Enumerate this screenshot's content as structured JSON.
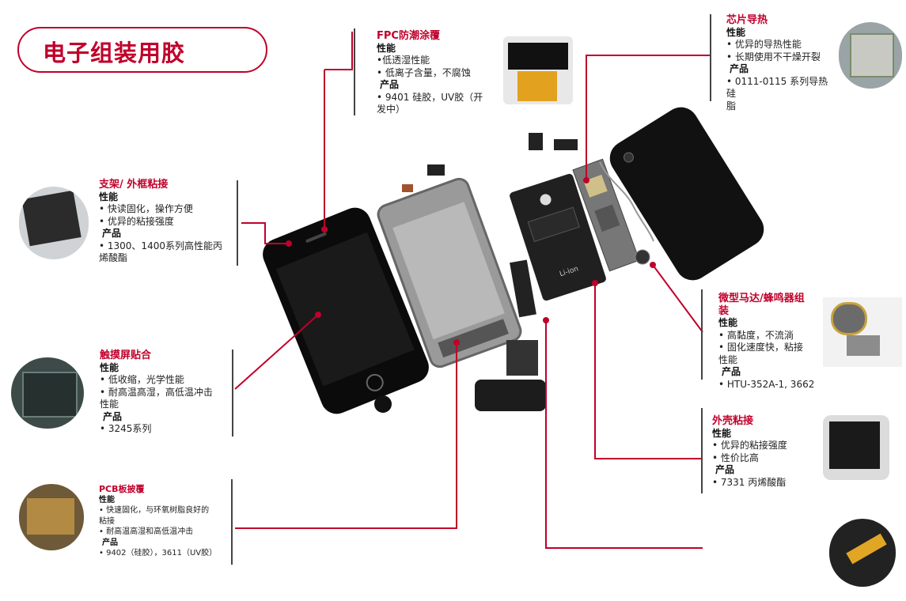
{
  "title": "电子组装用胶",
  "colors": {
    "accent": "#c0002a",
    "line": "#c0002a"
  },
  "callouts": {
    "fpc": {
      "heading": "FPC防潮涂覆",
      "perf_label": "性能",
      "perf": [
        "•低透湿性能",
        "• 低离子含量，不腐蚀"
      ],
      "prod_label": "产品",
      "prod": [
        "• 9401 硅胶，UV胶（开",
        "发中）"
      ]
    },
    "chip": {
      "heading": "芯片导热",
      "perf_label": "性能",
      "perf": [
        "• 优异的导热性能",
        "• 长期使用不干燥开裂"
      ],
      "prod_label": "产品",
      "prod": [
        "• 0111-0115 系列导热硅",
        "脂"
      ]
    },
    "bracket": {
      "heading": "支架/ 外框粘接",
      "perf_label": "性能",
      "perf": [
        "• 快读固化，操作方便",
        "• 优异的粘接强度"
      ],
      "prod_label": "产品",
      "prod": [
        "• 1300、1400系列高性能丙",
        "烯酸酯"
      ]
    },
    "touch": {
      "heading": "触摸屏贴合",
      "perf_label": "性能",
      "perf": [
        "• 低收缩，光学性能",
        "• 耐高温高湿，高低温冲击",
        "性能"
      ],
      "prod_label": "产品",
      "prod": [
        "• 3245系列"
      ]
    },
    "pcb": {
      "heading": "PCB板披覆",
      "perf_label": "性能",
      "perf": [
        "• 快速固化，与环氧树脂良好的",
        "粘接",
        "• 耐高温高湿和高低温冲击"
      ],
      "prod_label": "产品",
      "prod": [
        "• 9402（硅胶），3611（UV胶）"
      ]
    },
    "motor": {
      "heading": "微型马达/蜂鸣器组",
      "heading2": "装",
      "perf_label": "性能",
      "perf": [
        "• 高黏度，不流淌",
        "• 固化速度快，粘接",
        "性能"
      ],
      "prod_label": "产品",
      "prod": [
        "• HTU-352A-1, 3662"
      ]
    },
    "shell": {
      "heading": "外壳粘接",
      "perf_label": "性能",
      "perf": [
        "• 优异的粘接强度",
        "• 性价比高"
      ],
      "prod_label": "产品",
      "prod": [
        "• 7331 丙烯酸酯"
      ]
    }
  },
  "battery": {
    "label": "Li-ion"
  }
}
